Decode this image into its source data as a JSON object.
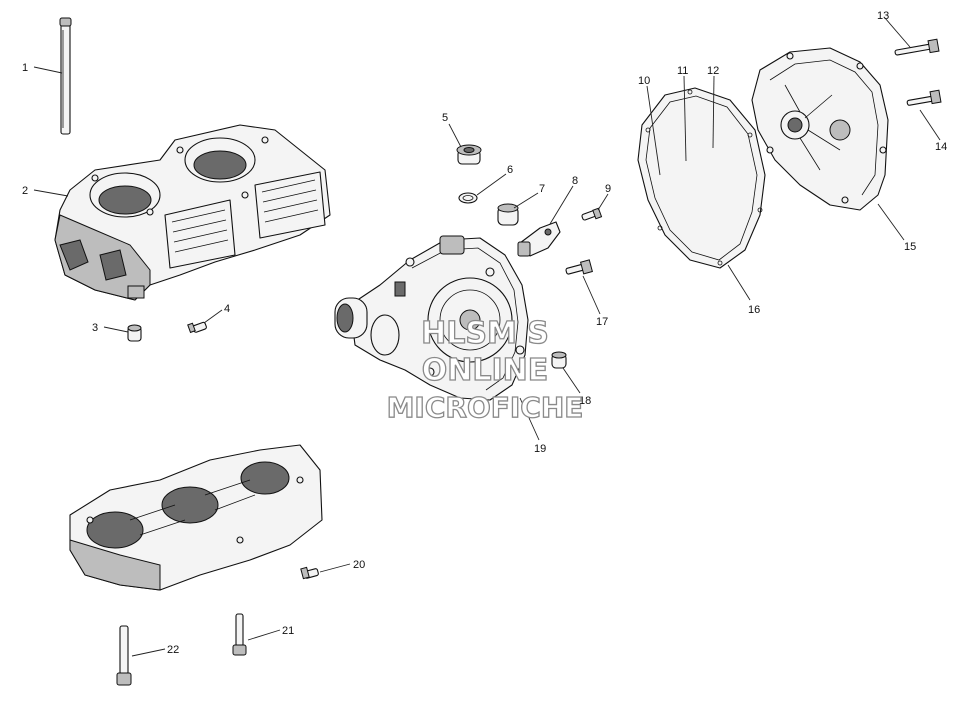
{
  "watermark": {
    "line1": "HLSM S",
    "line2": "ONLINE",
    "line3": "MICROFICHE"
  },
  "callouts": [
    {
      "id": "1",
      "label": "1"
    },
    {
      "id": "2",
      "label": "2"
    },
    {
      "id": "3",
      "label": "3"
    },
    {
      "id": "4",
      "label": "4"
    },
    {
      "id": "5",
      "label": "5"
    },
    {
      "id": "6",
      "label": "6"
    },
    {
      "id": "7",
      "label": "7"
    },
    {
      "id": "8",
      "label": "8"
    },
    {
      "id": "9",
      "label": "9"
    },
    {
      "id": "10",
      "label": "10"
    },
    {
      "id": "11",
      "label": "11"
    },
    {
      "id": "12",
      "label": "12"
    },
    {
      "id": "13",
      "label": "13"
    },
    {
      "id": "14",
      "label": "14"
    },
    {
      "id": "15",
      "label": "15"
    },
    {
      "id": "16",
      "label": "16"
    },
    {
      "id": "17",
      "label": "17"
    },
    {
      "id": "18",
      "label": "18"
    },
    {
      "id": "19",
      "label": "19"
    },
    {
      "id": "20",
      "label": "20"
    },
    {
      "id": "21",
      "label": "21"
    },
    {
      "id": "22",
      "label": "22"
    }
  ]
}
